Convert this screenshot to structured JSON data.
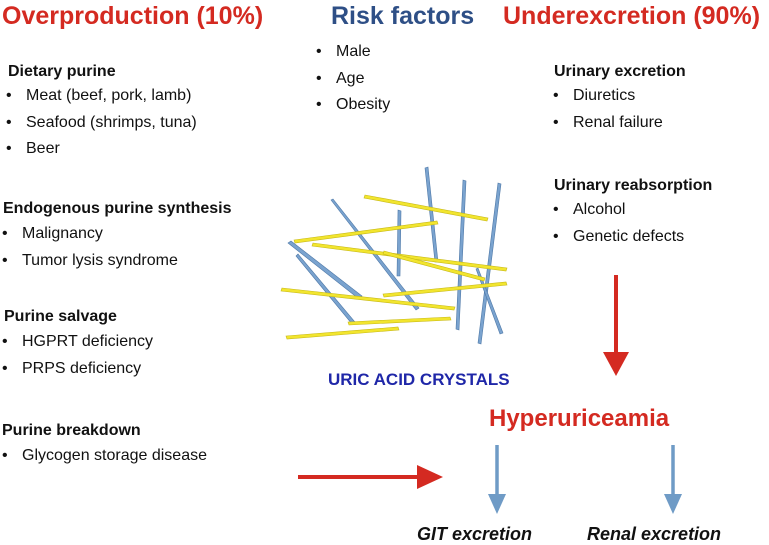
{
  "titles": {
    "overproduction": "Overproduction (10%)",
    "risk_factors": "Risk factors",
    "underexcretion": "Underexcretion (90%)"
  },
  "risk_factors": [
    "Male",
    "Age",
    "Obesity"
  ],
  "overproduction_groups": [
    {
      "heading": "Dietary purine",
      "items": [
        "Meat (beef, pork, lamb)",
        "Seafood (shrimps, tuna)",
        "Beer"
      ]
    },
    {
      "heading": "Endogenous purine synthesis",
      "items": [
        "Malignancy",
        "Tumor lysis syndrome"
      ]
    },
    {
      "heading": "Purine salvage",
      "items": [
        "HGPRT deficiency",
        "PRPS deficiency"
      ]
    },
    {
      "heading": "Purine breakdown",
      "items": [
        "Glycogen storage disease"
      ]
    }
  ],
  "underexcretion_groups": [
    {
      "heading": "Urinary excretion",
      "items": [
        "Diuretics",
        "Renal failure"
      ]
    },
    {
      "heading": "Urinary reabsorption",
      "items": [
        "Alcohol",
        "Genetic defects"
      ]
    }
  ],
  "crystals_label": "URIC ACID CRYSTALS",
  "hyperuricemia": "Hyperuriceamia",
  "outcomes": {
    "git": "GIT excretion",
    "renal": "Renal excretion"
  },
  "colors": {
    "red": "#d42a21",
    "navy": "#2e4f86",
    "crystal_blue": "#7aa3cf",
    "crystal_yellow": "#f2e52e",
    "arrow_blue": "#6f9bc6"
  }
}
